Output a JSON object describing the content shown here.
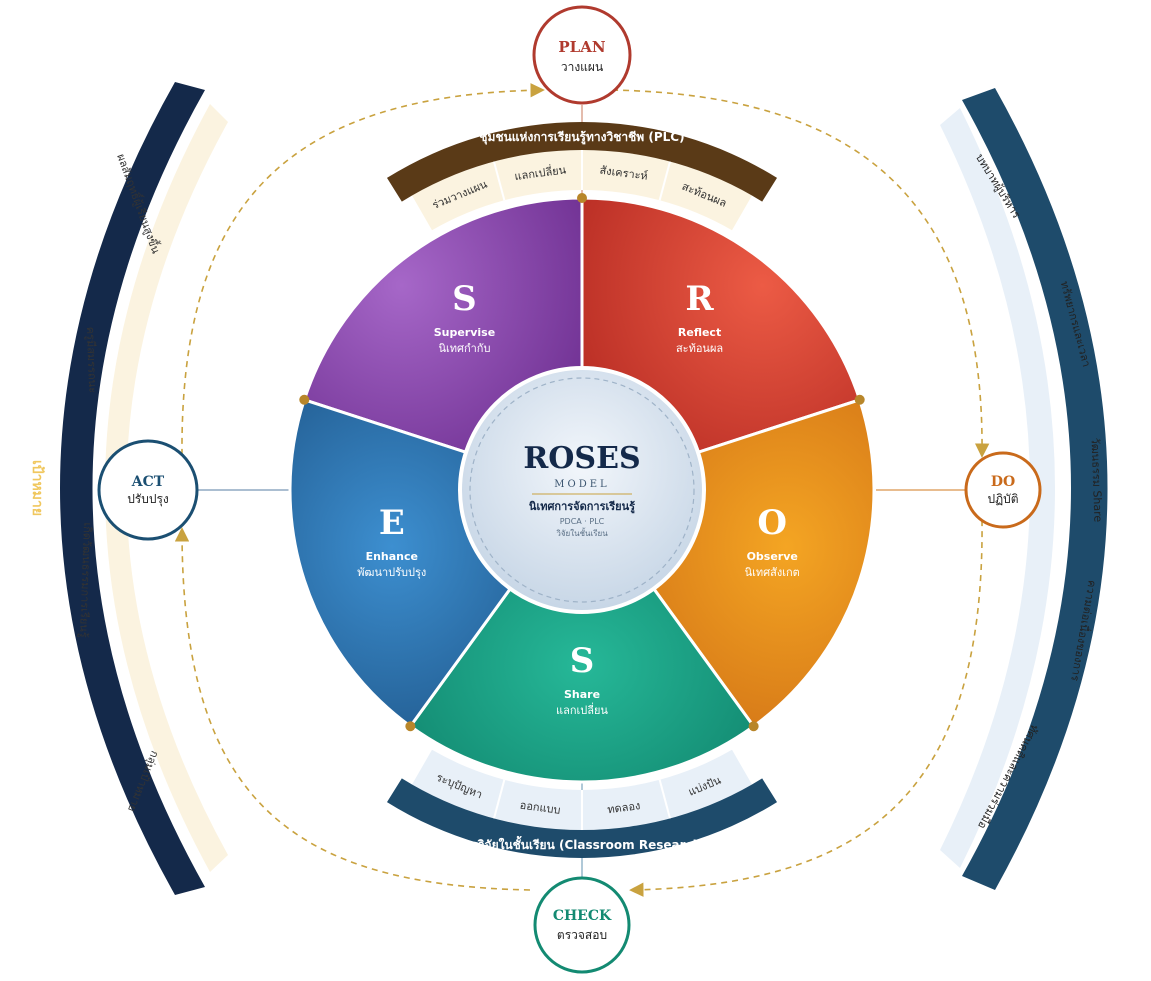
{
  "center": {
    "title": "ROSES",
    "subtitle": "MODEL",
    "line1": "นิเทศการจัดการเรียนรู้",
    "line2": "PDCA · PLC",
    "line3": "วิจัยในชั้นเรียน"
  },
  "segments": [
    {
      "letter": "S",
      "en": "Supervise",
      "th": "นิเทศกำกับ"
    },
    {
      "letter": "R",
      "en": "Reflect",
      "th": "สะท้อนผล"
    },
    {
      "letter": "O",
      "en": "Observe",
      "th": "นิเทศสังเกต"
    },
    {
      "letter": "S",
      "en": "Share",
      "th": "แลกเปลี่ยน"
    },
    {
      "letter": "E",
      "en": "Enhance",
      "th": "พัฒนาปรับปรุง"
    }
  ],
  "pdca": {
    "plan": {
      "en": "PLAN",
      "th": "วางแผน"
    },
    "do": {
      "en": "DO",
      "th": "ปฏิบัติ"
    },
    "check": {
      "en": "CHECK",
      "th": "ตรวจสอบ"
    },
    "act": {
      "en": "ACT",
      "th": "ปรับปรุง"
    }
  },
  "plc": {
    "title": "ชุมชนแห่งการเรียนรู้ทางวิชาชีพ (PLC)",
    "items": [
      "ร่วมวางแผน",
      "แลกเปลี่ยน",
      "สังเคราะห์",
      "สะท้อนผล"
    ]
  },
  "research": {
    "title": "การวิจัยในชั้นเรียน (Classroom Research)",
    "items": [
      "ระบุปัญหา",
      "ออกแบบ",
      "ทดลอง",
      "แบ่งปัน"
    ]
  },
  "left_band": {
    "title": "เป้าหมาย",
    "items": [
      "ผลสัมฤทธิ์ผู้เรียนสูงขึ้น",
      "ครูมีสมรรถนะ",
      "เกิดวัฒนธรรมการเรียนรู้",
      "กลุ่มเป้าหมาย"
    ]
  },
  "right_band": {
    "title": "ปัจจัยความสำเร็จ",
    "items": [
      "บทบาทผู้บริหาร",
      "ทรัพยากรและเวลา",
      "วัฒนธรรม Share",
      "ความต่อเนื่องของการ",
      "ทัศนคติและความร่วมมือ"
    ]
  },
  "colors": {
    "supervise": "#8e44ad",
    "reflect": "#d63b2f",
    "observe": "#e67e22",
    "share": "#16a085",
    "enhance": "#2471a3",
    "navy": "#14294a",
    "plc_brown": "#5a3a17",
    "research_navy": "#1e4b6b",
    "plan_red": "#b03a2e",
    "do_orange": "#c96a1b",
    "check_teal": "#138a72",
    "act_navy": "#1b4f72",
    "cream": "#fbf3e0",
    "pale_blue": "#e8f0f8",
    "dash_gold": "#c9a23f"
  }
}
